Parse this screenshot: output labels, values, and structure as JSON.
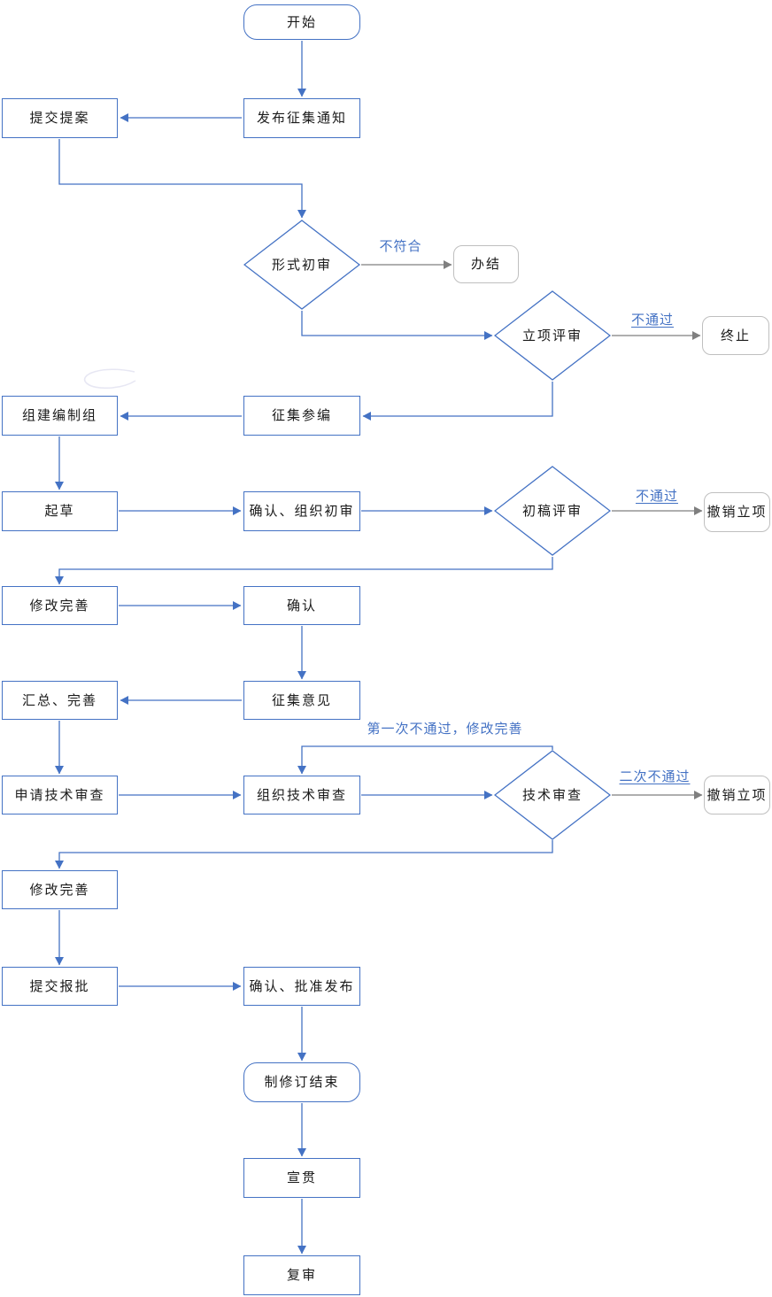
{
  "flowchart": {
    "nodes": {
      "start": {
        "label": "开始",
        "type": "terminator"
      },
      "publish_notice": {
        "label": "发布征集通知",
        "type": "process"
      },
      "submit_proposal": {
        "label": "提交提案",
        "type": "process"
      },
      "formal_review": {
        "label": "形式初审",
        "type": "decision"
      },
      "close_case": {
        "label": "办结",
        "type": "end"
      },
      "project_approval_review": {
        "label": "立项评审",
        "type": "decision"
      },
      "terminate": {
        "label": "终止",
        "type": "end"
      },
      "recruit_participants": {
        "label": "征集参编",
        "type": "process"
      },
      "form_drafting_team": {
        "label": "组建编制组",
        "type": "process"
      },
      "drafting": {
        "label": "起草",
        "type": "process"
      },
      "confirm_org_initial_review": {
        "label": "确认、组织初审",
        "type": "process"
      },
      "draft_review": {
        "label": "初稿评审",
        "type": "decision"
      },
      "revoke_project_1": {
        "label": "撤销立项",
        "type": "end"
      },
      "revise_improve_1": {
        "label": "修改完善",
        "type": "process"
      },
      "confirm": {
        "label": "确认",
        "type": "process"
      },
      "solicit_opinions": {
        "label": "征集意见",
        "type": "process"
      },
      "summarize_improve": {
        "label": "汇总、完善",
        "type": "process"
      },
      "apply_technical_review": {
        "label": "申请技术审查",
        "type": "process"
      },
      "organize_technical_review": {
        "label": "组织技术审查",
        "type": "process"
      },
      "technical_review": {
        "label": "技术审查",
        "type": "decision"
      },
      "revoke_project_2": {
        "label": "撤销立项",
        "type": "end"
      },
      "revise_improve_2": {
        "label": "修改完善",
        "type": "process"
      },
      "submit_approval": {
        "label": "提交报批",
        "type": "process"
      },
      "confirm_approve_publish": {
        "label": "确认、批准发布",
        "type": "process"
      },
      "revision_end": {
        "label": "制修订结束",
        "type": "terminator"
      },
      "promotion": {
        "label": "宣贯",
        "type": "process"
      },
      "review": {
        "label": "复审",
        "type": "process"
      }
    },
    "edge_labels": {
      "not_conform": "不符合",
      "not_pass_1": "不通过",
      "not_pass_2": "不通过",
      "first_fail": "第一次不通过，修改完善",
      "second_fail": "二次不通过"
    },
    "colors": {
      "node_border": "#4472C4",
      "connector": "#4472C4",
      "terminal_border": "#BFBFBF",
      "terminal_connector": "#7F7F7F",
      "label_text": "#4472C4",
      "node_text": "#1A1A1A"
    }
  }
}
